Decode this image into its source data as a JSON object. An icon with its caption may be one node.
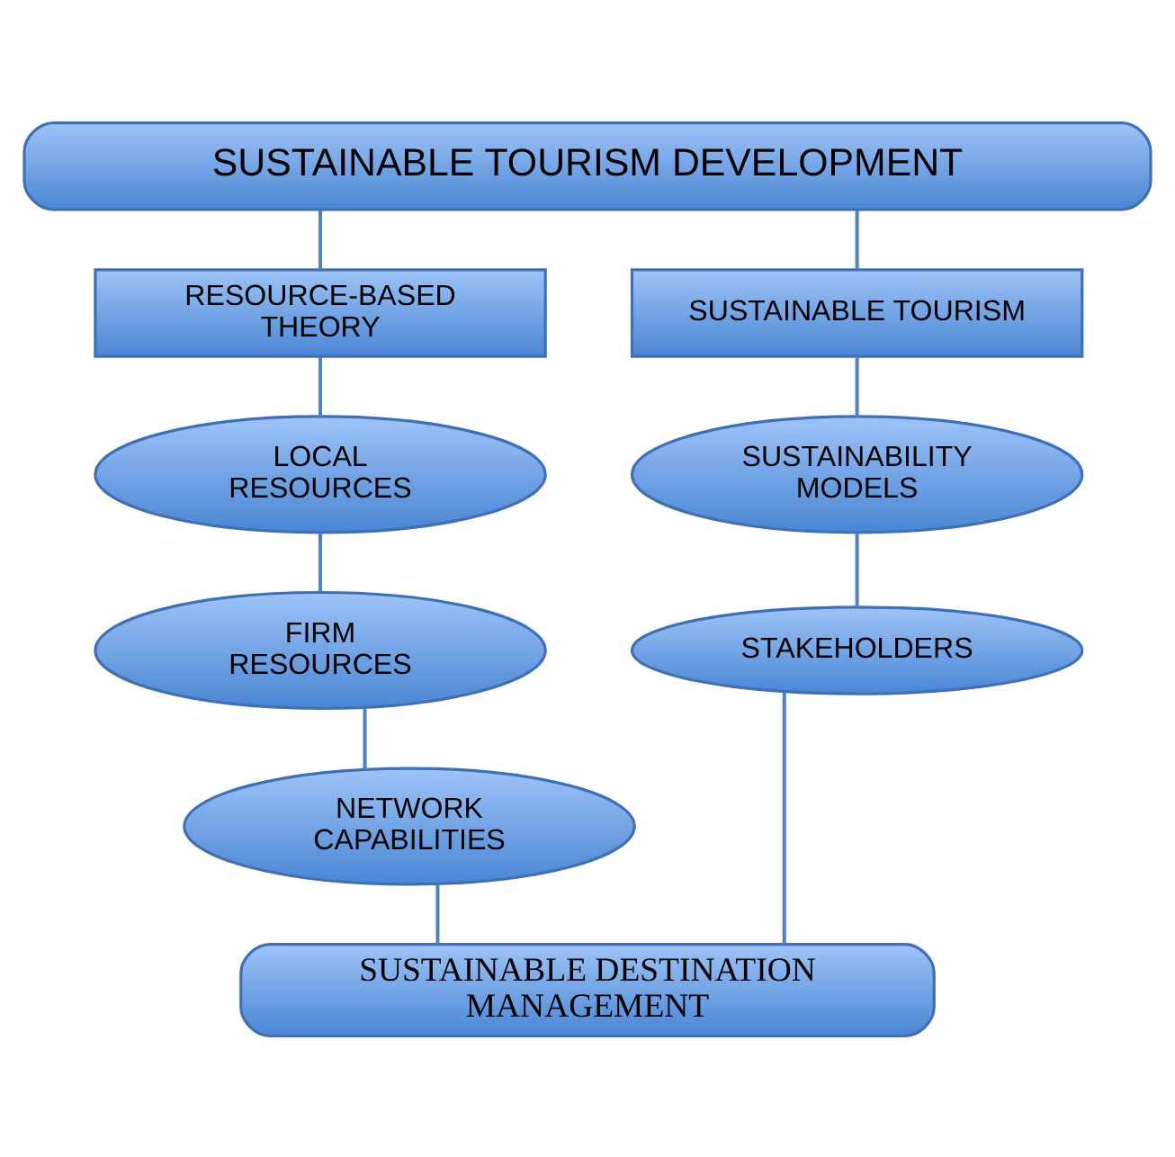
{
  "diagram": {
    "nodes": [
      {
        "text": [
          "SUSTAINABLE TOURISM DEVELOPMENT"
        ]
      },
      {
        "text": [
          "RESOURCE-BASED THEORY"
        ]
      },
      {
        "text": [
          "SUSTAINABLE TOURISM"
        ]
      },
      {
        "text": [
          "LOCAL RESOURCES"
        ]
      },
      {
        "text": [
          "FIRM RESOURCES"
        ]
      },
      {
        "text": [
          "NETWORK CAPABILITIES"
        ]
      },
      {
        "text": [
          "SUSTAINABILITY MODELS"
        ]
      },
      {
        "text": [
          "STAKEHOLDERS"
        ]
      },
      {
        "text": [
          "SUSTAINABLE DESTINATION MANAGEMENT"
        ]
      }
    ],
    "edges": [
      {
        "from": 0,
        "to": 1,
        "arrow": "none"
      },
      {
        "from": 0,
        "to": 2,
        "arrow": "none"
      },
      {
        "from": 1,
        "to": 3,
        "arrow": "none"
      },
      {
        "from": 3,
        "to": 4,
        "arrow": "none"
      },
      {
        "from": 4,
        "to": 5,
        "arrow": "none"
      },
      {
        "from": 2,
        "to": 6,
        "arrow": "none"
      },
      {
        "from": 6,
        "to": 7,
        "arrow": "none"
      },
      {
        "from": 5,
        "to": 8,
        "arrow": "none"
      },
      {
        "from": 7,
        "to": 8,
        "arrow": "none"
      }
    ]
  }
}
